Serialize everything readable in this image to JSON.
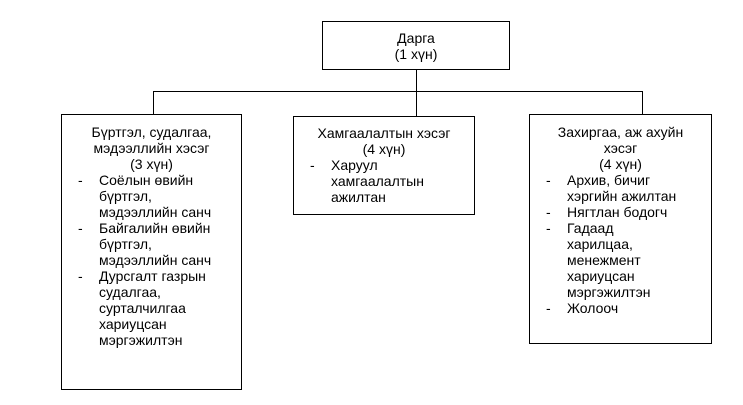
{
  "diagram": {
    "root": {
      "title": "Дарга",
      "count": "(1 хүн)"
    },
    "departments": [
      {
        "title_lines": [
          "Бүртгэл, судалгаа,",
          "мэдээллийн хэсэг",
          "(3 хүн)"
        ],
        "items": [
          [
            "Соёлын өвийн",
            "бүртгэл,",
            "мэдээллийн санч"
          ],
          [
            "Байгалийн өвийн",
            "бүртгэл,",
            "мэдээллийн санч"
          ],
          [
            "Дурсгалт газрын",
            "судалгаа,",
            "сурталчилгаа",
            "хариуцсан",
            "мэргэжилтэн"
          ]
        ]
      },
      {
        "title_lines": [
          "Хамгаалалтын хэсэг",
          "(4 хүн)"
        ],
        "items": [
          [
            "Харуул",
            "хамгаалалтын",
            "ажилтан"
          ]
        ]
      },
      {
        "title_lines": [
          "Захиргаа, аж ахуйн",
          "хэсэг",
          "(4 хүн)"
        ],
        "items": [
          [
            "Архив, бичиг",
            "хэргийн ажилтан"
          ],
          [
            "Нягтлан бодогч"
          ],
          [
            "Гадаад",
            "харилцаа,",
            "менежмент",
            "хариуцсан",
            "мэргэжилтэн"
          ],
          [
            "Жолооч"
          ]
        ]
      }
    ],
    "bullet": "-"
  }
}
